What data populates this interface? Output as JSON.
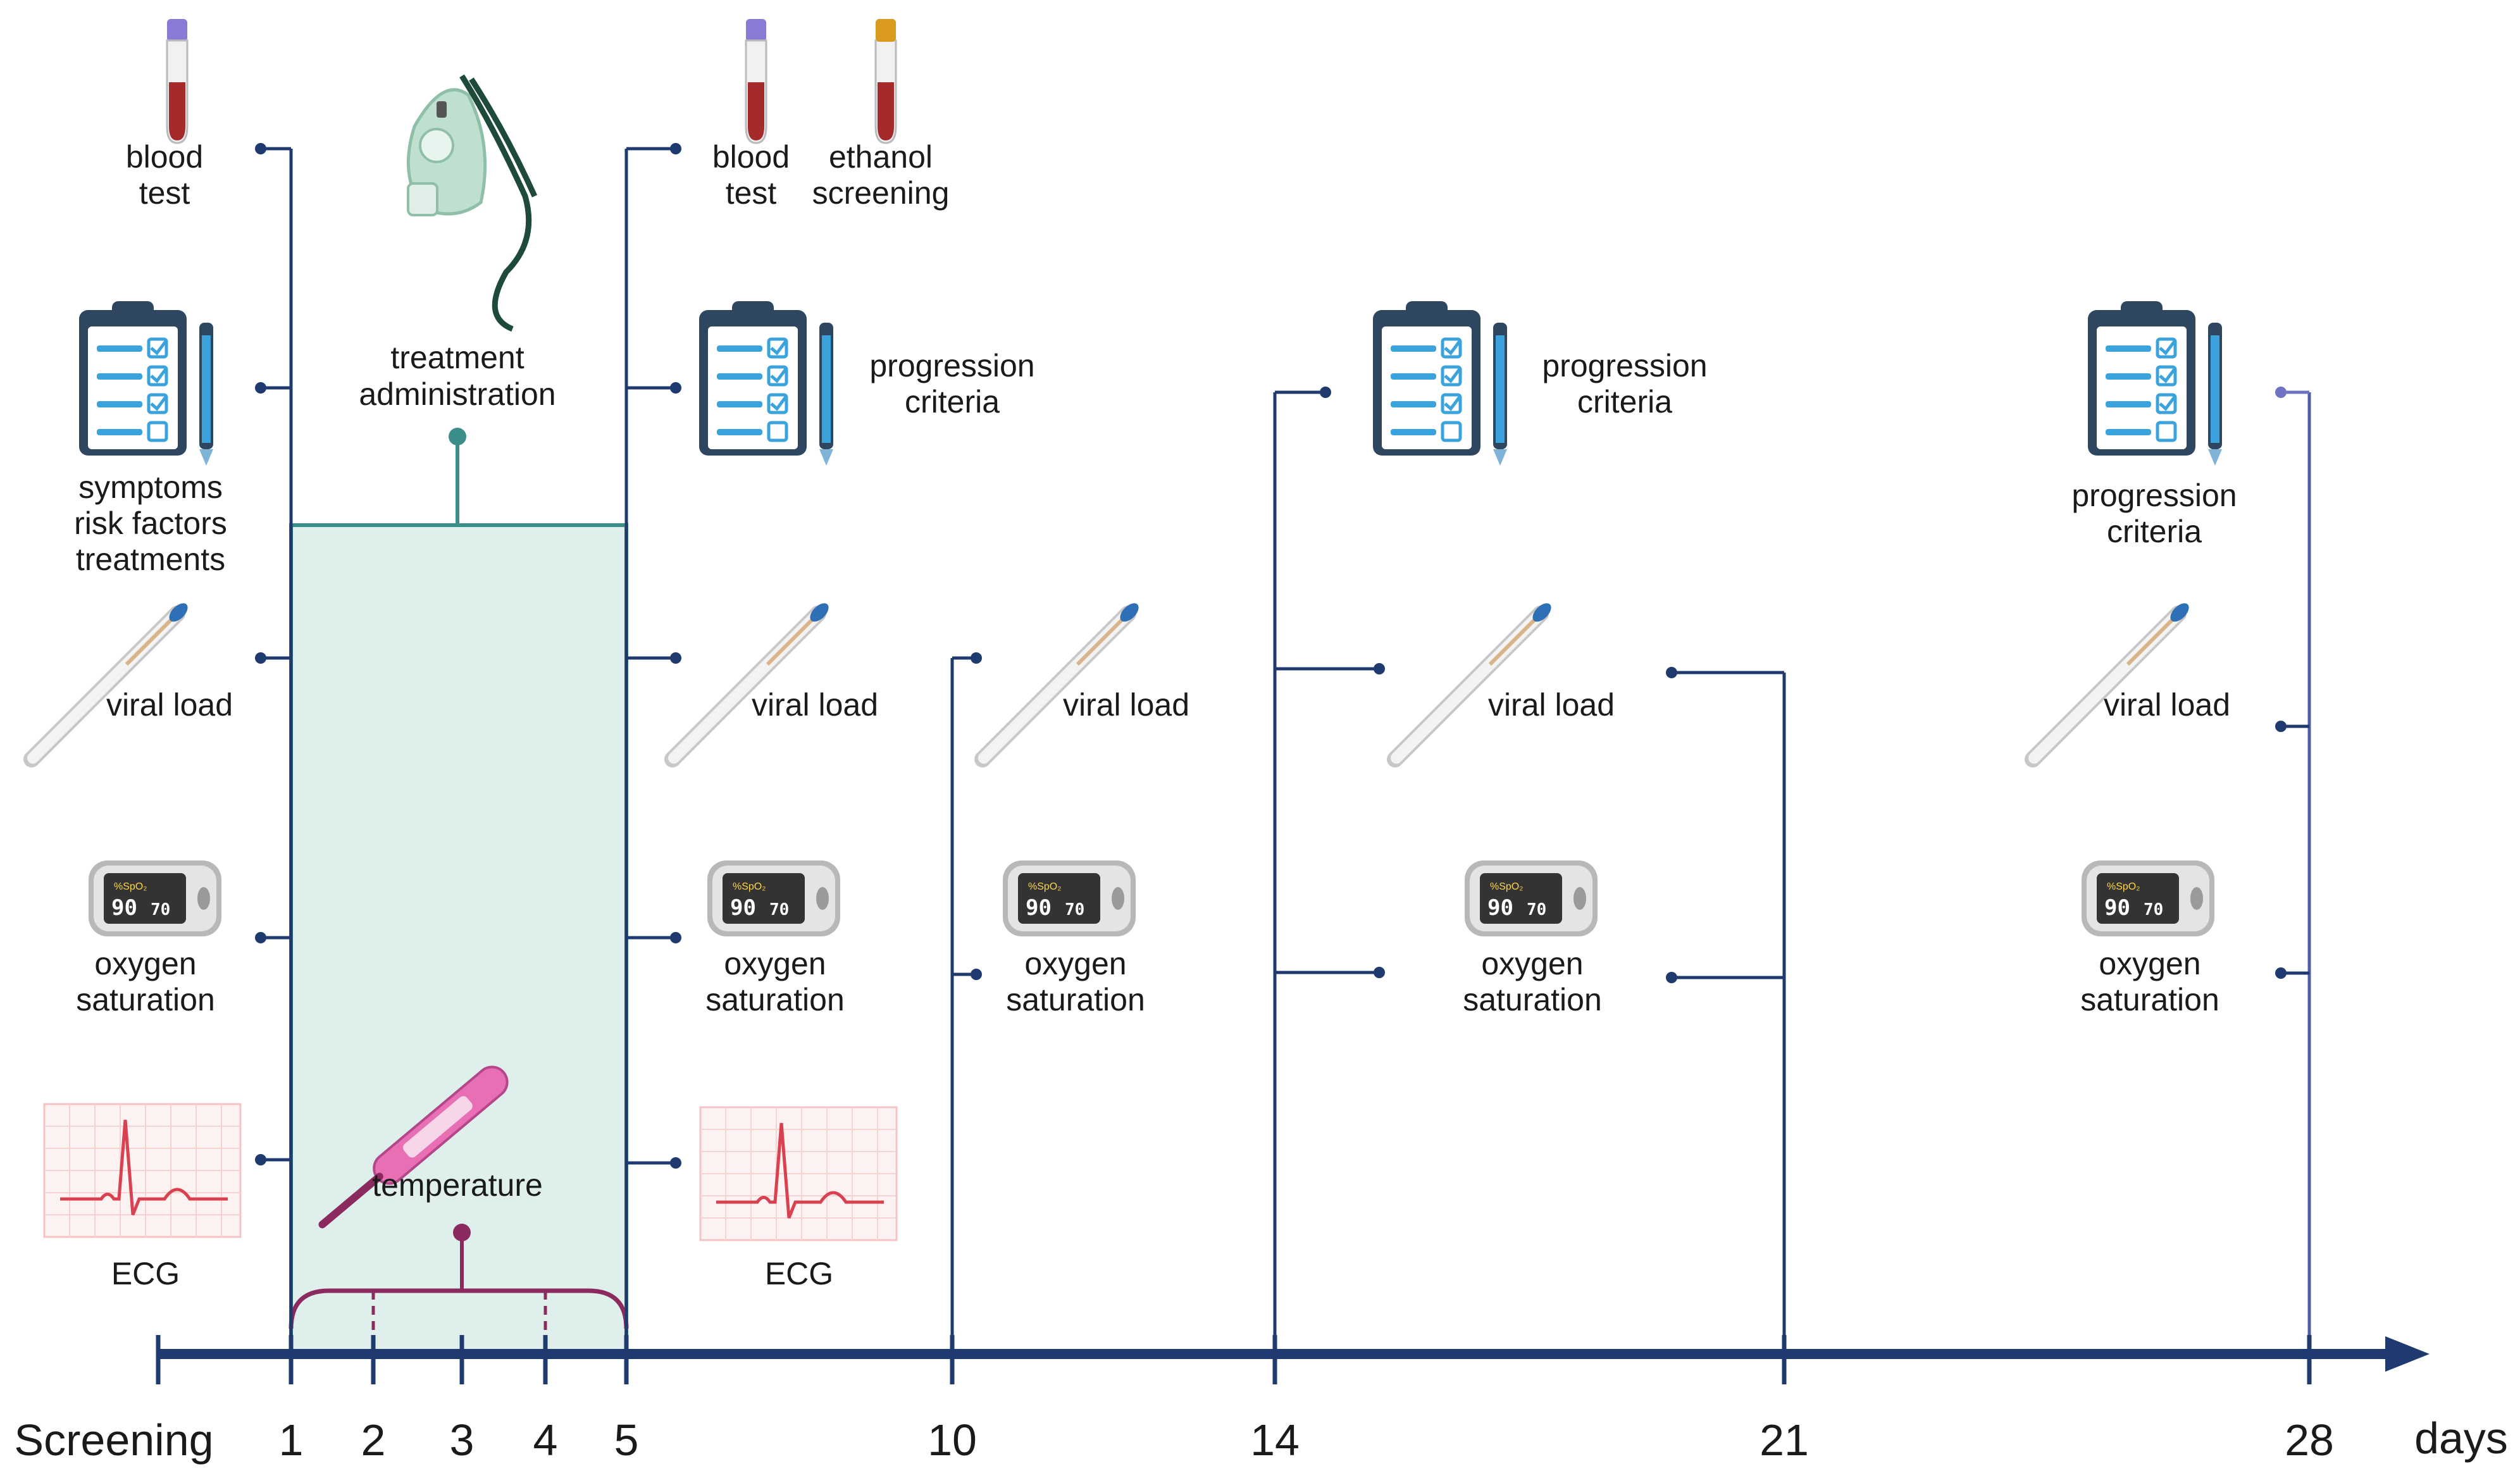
{
  "axis": {
    "days_label": "days",
    "ticks": [
      {
        "id": "screening",
        "label": "Screening"
      },
      {
        "id": "d1",
        "label": "1"
      },
      {
        "id": "d2",
        "label": "2"
      },
      {
        "id": "d3",
        "label": "3"
      },
      {
        "id": "d4",
        "label": "4"
      },
      {
        "id": "d5",
        "label": "5"
      },
      {
        "id": "d10",
        "label": "10"
      },
      {
        "id": "d14",
        "label": "14"
      },
      {
        "id": "d21",
        "label": "21"
      },
      {
        "id": "d28",
        "label": "28"
      }
    ]
  },
  "labels": {
    "blood_test_1": "blood",
    "blood_test_2": "test",
    "ethanol_1": "ethanol",
    "ethanol_2": "screening",
    "symptoms_1": "symptoms",
    "symptoms_2": "risk factors",
    "symptoms_3": "treatments",
    "treatment_1": "treatment",
    "treatment_2": "administration",
    "progression_1": "progression",
    "progression_2": "criteria",
    "viral_load": "viral load",
    "oxygen_1": "oxygen",
    "oxygen_2": "saturation",
    "ecg": "ECG",
    "temperature": "temperature"
  },
  "oximeter_display": {
    "spo2": "90",
    "pr": "70"
  },
  "colors": {
    "timeline": "#1f3a6e",
    "treatment_fill": "#dff0ec",
    "treatment_border": "#3b8f8a",
    "temperature": "#8b2a5e",
    "blood_tube": "#a52a2a",
    "ethanol_cap": "#d99a1e",
    "blood_cap": "#8a7ad6",
    "clipboard": "#2e4660",
    "ecg_trace": "#d94050"
  },
  "icons": [
    "blood-tube-icon",
    "oxygen-mask-icon",
    "clipboard-icon",
    "swab-icon",
    "pulse-oximeter-icon",
    "ecg-icon",
    "thermometer-icon"
  ]
}
